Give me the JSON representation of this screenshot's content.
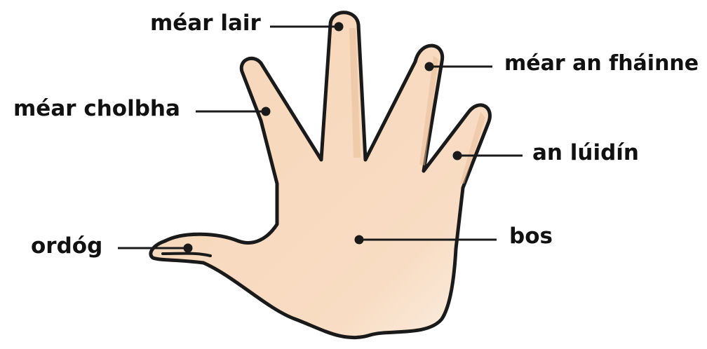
{
  "labels": {
    "middle_finger": "méar lair",
    "ring_finger": "méar an fháinne",
    "index_finger": "méar cholbha",
    "little_finger": "an lúidín",
    "palm": "bos",
    "thumb": "ordóg"
  },
  "colors": {
    "skin": "#f7d9bd",
    "skin_shadow": "#e8bc96",
    "outline": "#1a1a1a",
    "text": "#111111"
  }
}
